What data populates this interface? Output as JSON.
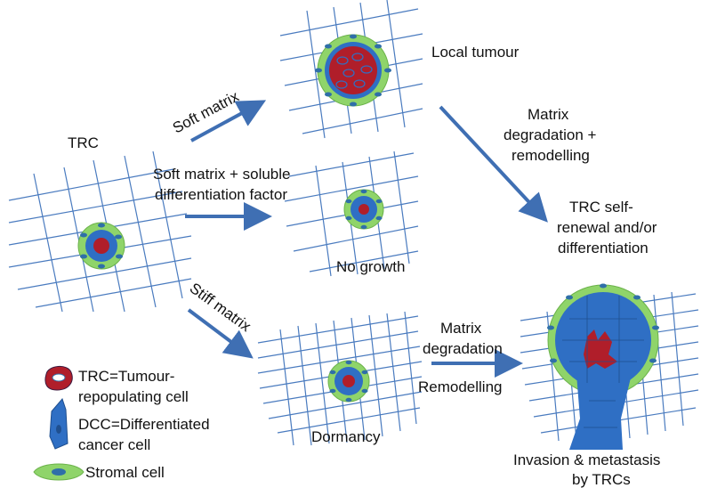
{
  "labels": {
    "trc": "TRC",
    "soft_matrix": "Soft matrix",
    "soft_matrix_factor_line1": "Soft matrix + soluble",
    "soft_matrix_factor_line2": "differentiation factor",
    "stiff_matrix": "Stiff matrix",
    "local_tumour": "Local tumour",
    "no_growth": "No growth",
    "dormancy": "Dormancy",
    "matrix_degradation_remodelling_line1": "Matrix",
    "matrix_degradation_remodelling_line2": "degradation +",
    "matrix_degradation_remodelling_line3": "remodelling",
    "trc_self_renewal_line1": "TRC self-",
    "trc_self_renewal_line2": "renewal and/or",
    "trc_self_renewal_line3": "differentiation",
    "matrix_degradation_line1": "Matrix",
    "matrix_degradation_line2": "degradation",
    "remodelling": "Remodelling",
    "invasion_line1": "Invasion & metastasis",
    "invasion_line2": "by TRCs"
  },
  "legend": {
    "trc_line1": "TRC=Tumour-",
    "trc_line2": "repopulating cell",
    "dcc_line1": "DCC=Differentiated",
    "dcc_line2": "cancer cell",
    "stromal": "Stromal cell"
  },
  "colors": {
    "grid": "#4a7bbf",
    "arrow": "#3f6fb3",
    "trc_fill": "#b01e2a",
    "dcc_fill": "#2f6fc4",
    "stromal_fill": "#8fd46a",
    "stromal_nucleus": "#2f6fa8"
  }
}
